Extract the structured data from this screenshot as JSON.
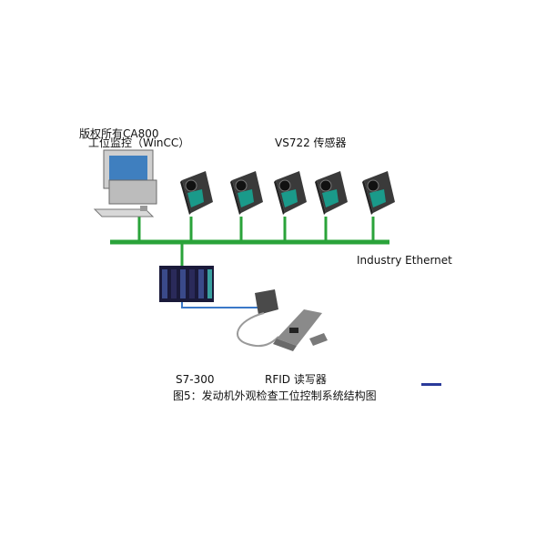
{
  "watermark": "版权所有CA800",
  "labels": {
    "pc": "工位监控（WinCC）",
    "sensors": "VS722  传感器",
    "network": "Industry Ethernet",
    "plc": "S7-300",
    "rfid": "RFID 读写器"
  },
  "caption": "图5：发动机外观检查工位控制系统结构图",
  "colors": {
    "ethernet_bus": "#2aa33a",
    "plc_link": "#3a78c8",
    "sensor_body": "#3a3a3a",
    "sensor_accent": "#1a9a8a",
    "plc_module": "#1a1a3a"
  },
  "icons": [
    "computer-icon",
    "camera-sensor-icon",
    "plc-rack-icon",
    "rfid-reader-icon"
  ]
}
